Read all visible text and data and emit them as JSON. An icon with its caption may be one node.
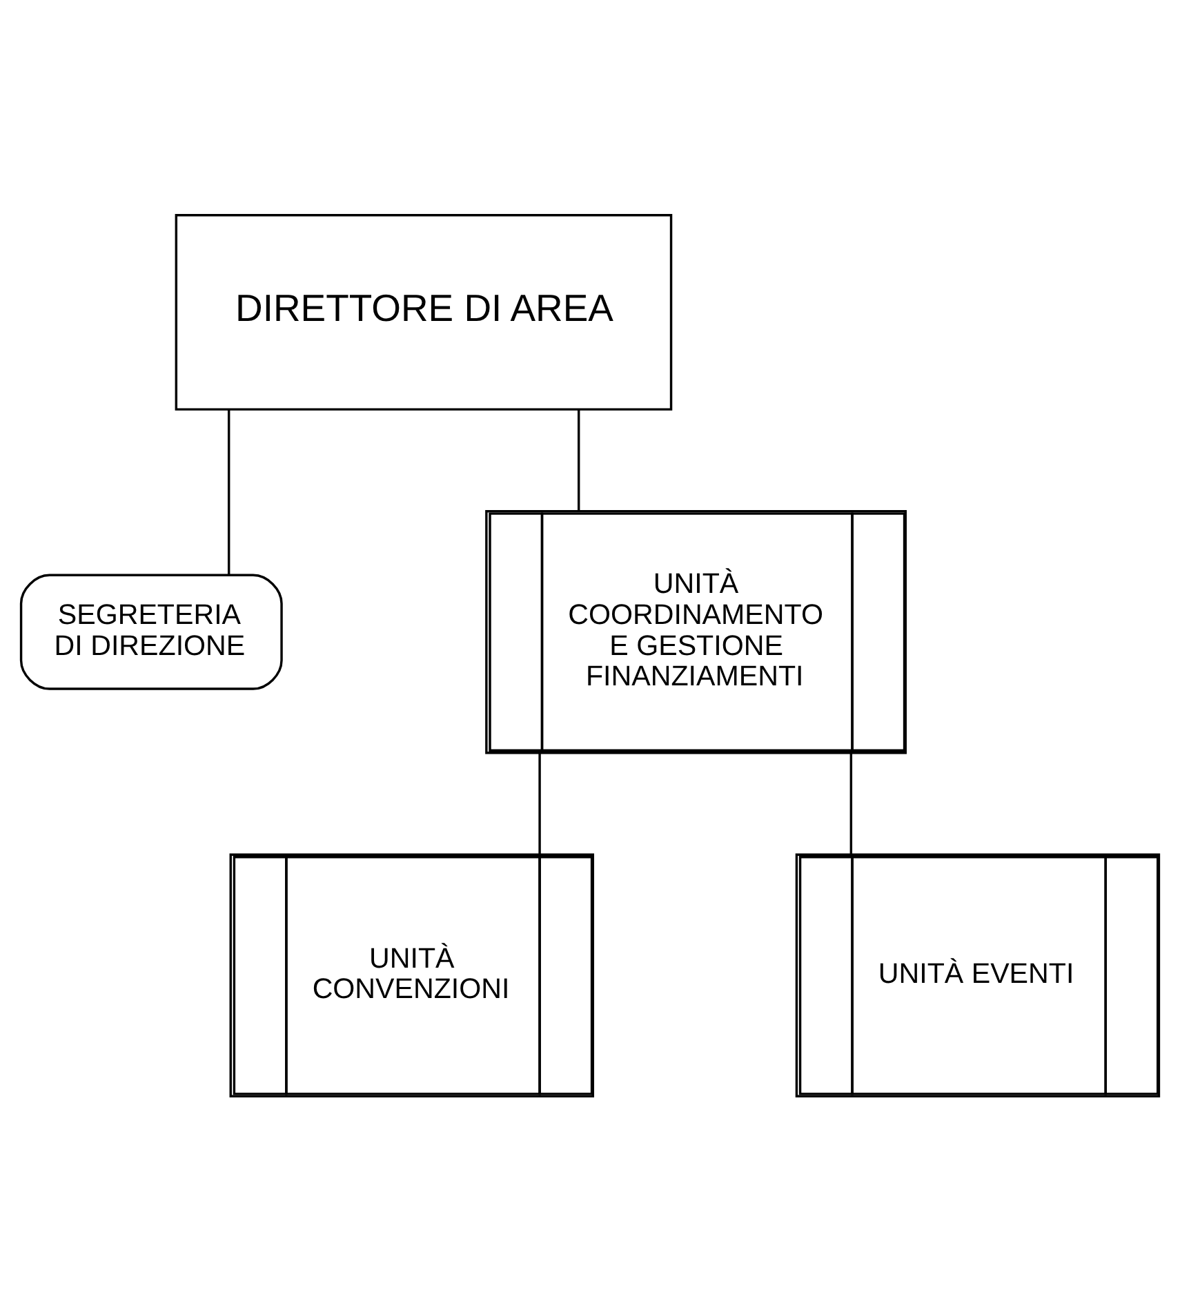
{
  "diagram": {
    "nodes": [
      {
        "text": [
          "DIRETTORE DI AREA"
        ]
      },
      {
        "text": [
          "SEGRETERIA DI DIREZIONE"
        ]
      },
      {
        "text": [
          "UNITÀ COORDINAMENTO E GESTIONE FINANZIAMENTI"
        ]
      },
      {
        "text": [
          "UNITÀ CONVENZIONI"
        ]
      },
      {
        "text": [
          "UNITÀ EVENTI"
        ]
      }
    ],
    "edges": [
      {
        "from": 0,
        "to": 1,
        "arrow": "none"
      },
      {
        "from": 0,
        "to": 2,
        "arrow": "none"
      },
      {
        "from": 2,
        "to": 3,
        "arrow": "none"
      },
      {
        "from": 2,
        "to": 4,
        "arrow": "none"
      }
    ]
  }
}
